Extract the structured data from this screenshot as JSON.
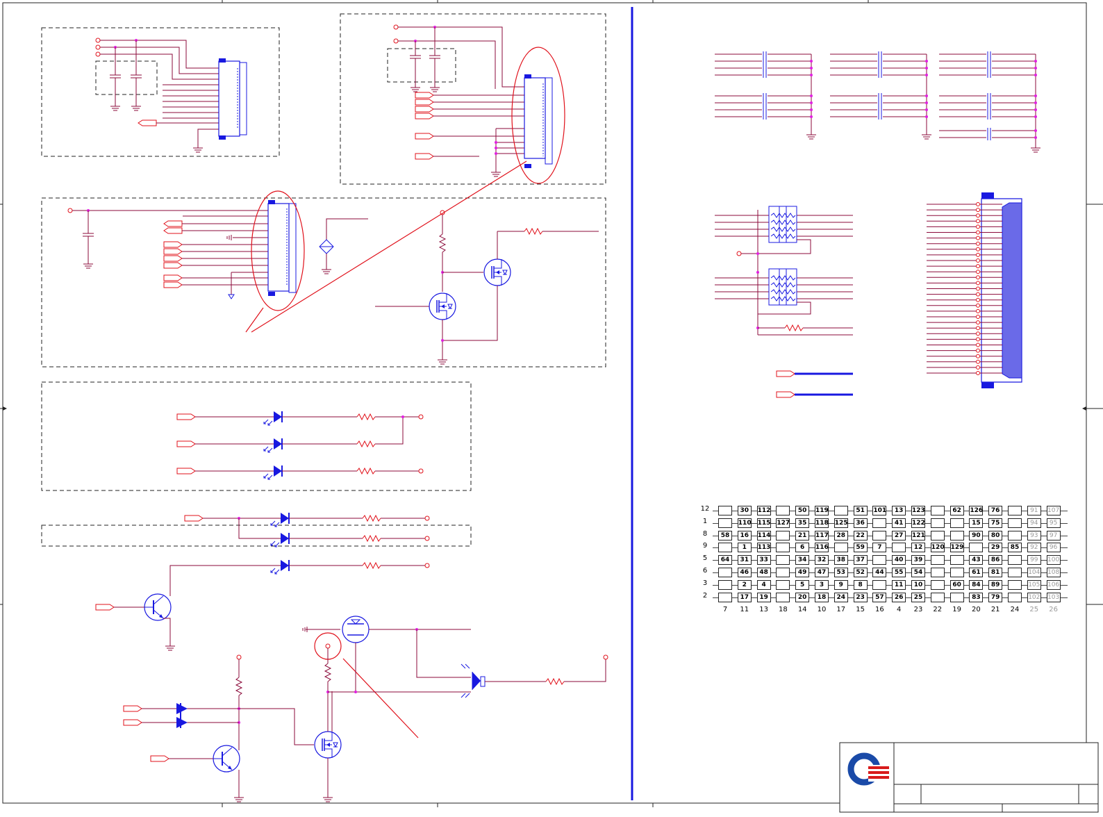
{
  "colors": {
    "wire": "#8b0a3a",
    "red": "#e0101a",
    "blue": "#1818e0",
    "junction": "#e020e0",
    "ground": "#8b0a3a",
    "gray_text": "#9a9a9a",
    "logo_blue": "#1a4aa8",
    "logo_red": "#d81b1b"
  },
  "pin_grid": {
    "row_labels": [
      "12",
      "1",
      "8",
      "9",
      "5",
      "6",
      "3",
      "2"
    ],
    "col_labels": [
      "7",
      "11",
      "13",
      "18",
      "14",
      "10",
      "17",
      "15",
      "16",
      "4",
      "23",
      "22",
      "19",
      "20",
      "21",
      "24",
      "25",
      "26"
    ],
    "gray_cols": [
      16,
      17
    ],
    "rows": [
      [
        "",
        "30",
        "112",
        "",
        "50",
        "119",
        "",
        "51",
        "101",
        "13",
        "123",
        "",
        "62",
        "126",
        "76",
        "",
        "91",
        "107"
      ],
      [
        "",
        "110",
        "115",
        "127",
        "35",
        "118",
        "125",
        "36",
        "",
        "41",
        "122",
        "",
        "",
        "15",
        "75",
        "",
        "94",
        "95"
      ],
      [
        "58",
        "16",
        "114",
        "",
        "21",
        "117",
        "28",
        "22",
        "",
        "27",
        "121",
        "",
        "",
        "90",
        "80",
        "",
        "93",
        "97"
      ],
      [
        "",
        "1",
        "113",
        "",
        "6",
        "116",
        "",
        "59",
        "7",
        "",
        "12",
        "120",
        "129",
        "",
        "29",
        "85",
        "92",
        "96"
      ],
      [
        "64",
        "31",
        "33",
        "",
        "34",
        "32",
        "38",
        "37",
        "",
        "40",
        "39",
        "",
        "",
        "43",
        "86",
        "",
        "99",
        "100"
      ],
      [
        "",
        "46",
        "48",
        "",
        "49",
        "47",
        "53",
        "52",
        "44",
        "55",
        "54",
        "",
        "",
        "61",
        "81",
        "",
        "104",
        "108"
      ],
      [
        "",
        "2",
        "4",
        "",
        "5",
        "3",
        "9",
        "8",
        "",
        "11",
        "10",
        "",
        "60",
        "84",
        "89",
        "",
        "105",
        "106"
      ],
      [
        "",
        "17",
        "19",
        "",
        "20",
        "18",
        "24",
        "23",
        "57",
        "26",
        "25",
        "",
        "",
        "83",
        "79",
        "",
        "102",
        "103"
      ]
    ]
  },
  "title_block": {
    "logo": "logo-icon"
  }
}
